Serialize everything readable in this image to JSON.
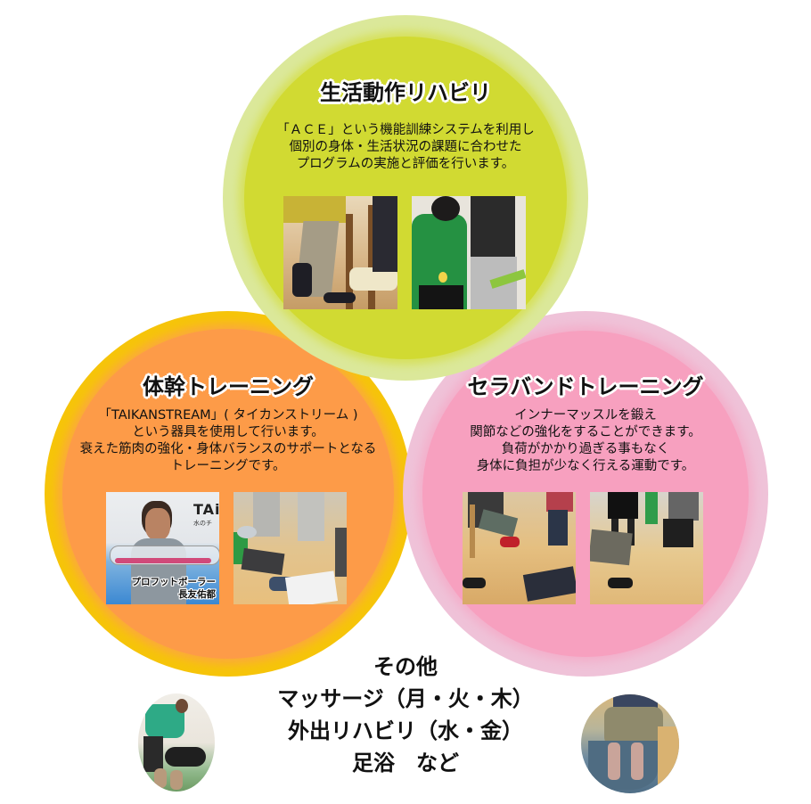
{
  "colors": {
    "green_outer": "#dbe89a",
    "green_inner": "#d1da32",
    "orange_outer": "#f6c40a",
    "orange_inner": "#fd9b48",
    "pink_outer": "#efc2d8",
    "pink_inner": "#f7a0bf",
    "text": "#111111",
    "title_outline": "#ffffff"
  },
  "sections": {
    "daily_living": {
      "title": "生活動作リハビリ",
      "description": [
        "「ＡＣＥ」という機能訓練システムを利用し",
        "個別の身体・生活状況の課題に合わせた",
        "プログラムの実施と評価を行います。"
      ],
      "photos": [
        {
          "alt": "standing-balance-exercise-photo"
        },
        {
          "alt": "assisted-walking-exercise-photo"
        }
      ]
    },
    "core_training": {
      "title": "体幹トレーニング",
      "description": [
        "「TAIKANSTREAM」( タイカンストリーム )",
        "という器具を使用して行います。",
        "衰えた筋肉の強化・身体バランスのサポートとなる",
        "トレーニングです。"
      ],
      "photos": [
        {
          "alt": "taikanstream-product-photo",
          "brand": "TAi",
          "brand_sub": "水のチ",
          "caption": [
            "プロフットボーラー",
            "長友佑都"
          ]
        },
        {
          "alt": "group-core-training-photo"
        }
      ]
    },
    "theraband_training": {
      "title": "セラバンドトレーニング",
      "description": [
        "インナーマッスルを鍛え",
        "関節などの強化をすることができます。",
        "負荷がかかり過ぎる事もなく",
        "身体に負担が少なく行える運動です。"
      ],
      "photos": [
        {
          "alt": "seated-band-exercise-photo-1"
        },
        {
          "alt": "seated-band-exercise-photo-2"
        }
      ]
    },
    "others": {
      "lines": [
        "その他",
        "マッサージ（月・火・木）",
        "外出リハビリ（水・金）",
        "足浴　など"
      ],
      "photos": [
        {
          "alt": "massage-photo"
        },
        {
          "alt": "footbath-photo"
        }
      ]
    }
  }
}
